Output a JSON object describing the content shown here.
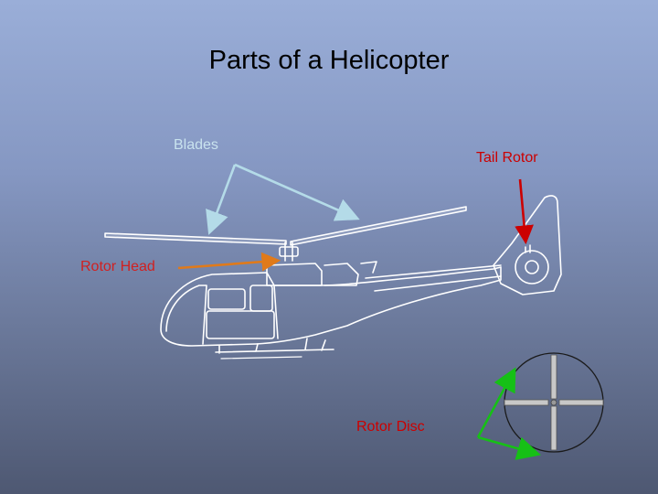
{
  "slide": {
    "title": "Parts of a Helicopter"
  },
  "labels": {
    "blades": "Blades",
    "tail_rotor": "Tail Rotor",
    "rotor_head": "Rotor Head",
    "rotor_disc": "Rotor Disc"
  },
  "colors": {
    "blades_label": "#c9e3ee",
    "blades_arrow": "#b4dbe8",
    "tail_rotor_label": "#cc0000",
    "tail_rotor_arrow": "#cc0000",
    "rotor_head_label": "#d12020",
    "rotor_head_arrow": "#e07a1a",
    "rotor_disc_label": "#cc0000",
    "rotor_disc_arrow": "#16c016",
    "line_art": "#ffffff"
  }
}
